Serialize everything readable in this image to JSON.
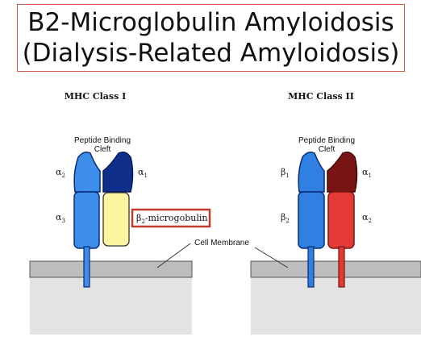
{
  "title": {
    "line1": "B2-Microglobulin Amyloidosis",
    "line2": "(Dialysis-Related Amyloidosis)"
  },
  "class1": {
    "heading": "MHC Class I",
    "cleft_line1": "Peptide Binding",
    "cleft_line2": "Cleft",
    "alpha_symbol": "α",
    "sub_alpha2": "2",
    "sub_alpha1": "1",
    "sub_alpha3": "3",
    "b2m_symbol": "β",
    "b2m_sub": "2",
    "b2m_text": "-microgobulin"
  },
  "class2": {
    "heading": "MHC Class II",
    "cleft_line1": "Peptide Binding",
    "cleft_line2": "Cleft",
    "beta_symbol": "β",
    "alpha_symbol": "α",
    "sub_beta1": "1",
    "sub_alpha1": "1",
    "sub_beta2": "2",
    "sub_alpha2": "2"
  },
  "membrane_label": "Cell Membrane",
  "colors": {
    "class1_light_blue": "#3d8ee8",
    "class1_dark_blue": "#1c3fa8",
    "class1_navy": "#0a2a7a",
    "b2m_yellow": "#fbf4a0",
    "class2_blue": "#2f80e0",
    "class2_dark_red": "#7a1414",
    "class2_red": "#e23a35",
    "highlight_box": "#c0392b",
    "membrane_gray": "#bdbdbd",
    "cytoplasm_gray": "#e3e3e3"
  }
}
